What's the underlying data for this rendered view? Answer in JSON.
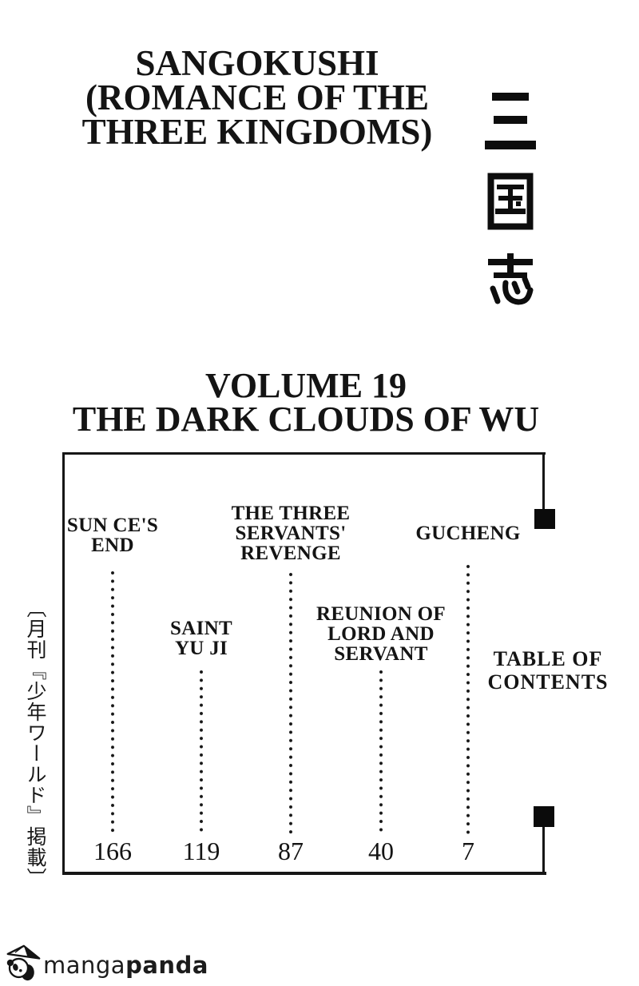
{
  "page": {
    "series_title_lines": [
      "SANGOKUSHI",
      "(ROMANCE OF THE",
      "THREE KINGDOMS)"
    ],
    "kanji_title": "三国志",
    "volume_title_lines": [
      "VOLUME 19",
      "THE DARK CLOUDS OF WU"
    ],
    "toc_label_lines": [
      "TABLE OF",
      "CONTENTS"
    ],
    "left_vertical_note": "〔月刊『少年ワールド』掲載〕",
    "watermark": {
      "name_regular": "manga",
      "name_bold": "panda"
    }
  },
  "chapters": [
    {
      "title_lines": [
        "SUN CE'S",
        "END"
      ],
      "page": "166"
    },
    {
      "title_lines": [
        "SAINT",
        "YU JI"
      ],
      "page": "119"
    },
    {
      "title_lines": [
        "THE THREE",
        "SERVANTS'",
        "REVENGE"
      ],
      "page": "87"
    },
    {
      "title_lines": [
        "REUNION OF",
        "LORD AND",
        "SERVANT"
      ],
      "page": "40"
    },
    {
      "title_lines": [
        "GUCHENG"
      ],
      "page": "7"
    }
  ],
  "colors": {
    "ink": "#161616",
    "paper": "#ffffff"
  }
}
